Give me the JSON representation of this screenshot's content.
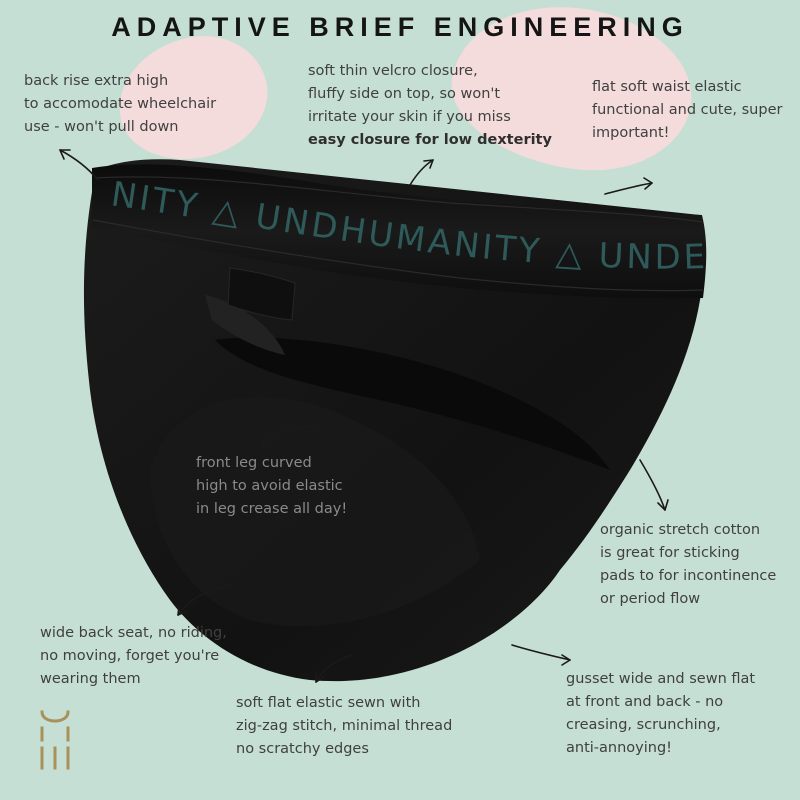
{
  "title": "ADAPTIVE BRIEF ENGINEERING",
  "waistband_text": "NITY △ UNDHUMANITY △ UNDER",
  "notes": {
    "back_rise": [
      "back rise extra high",
      "to accomodate wheelchair",
      "use - won't pull down"
    ],
    "velcro": [
      "soft thin velcro closure,",
      "fluffy side on top, so won't",
      "irritate your skin if you miss",
      "easy closure for low dexterity"
    ],
    "waist_elastic": [
      "flat soft waist elastic",
      "functional and cute, super",
      "important!"
    ],
    "front_leg": [
      "front leg curved",
      "high to avoid elastic",
      "in leg crease all day!"
    ],
    "cotton": [
      "organic stretch cotton",
      "is great for sticking",
      "pads to for incontinence",
      "or period flow"
    ],
    "back_seat": [
      "wide back seat, no riding,",
      "no moving, forget you're",
      "wearing them"
    ],
    "flat_elastic": [
      "soft flat elastic sewn with",
      "zig-zag stitch, minimal thread",
      "no scratchy edges"
    ],
    "gusset": [
      "gusset wide and sewn flat",
      "at front and back - no",
      "creasing, scrunching,",
      "anti-annoying!"
    ]
  },
  "colors": {
    "background": "#c6dfd4",
    "blob": "#f5dcdc",
    "fabric": "#141414",
    "waistband_text": "#2e5a59",
    "logo": "#a8915a"
  },
  "logo_icon": "brand-logo-icon"
}
